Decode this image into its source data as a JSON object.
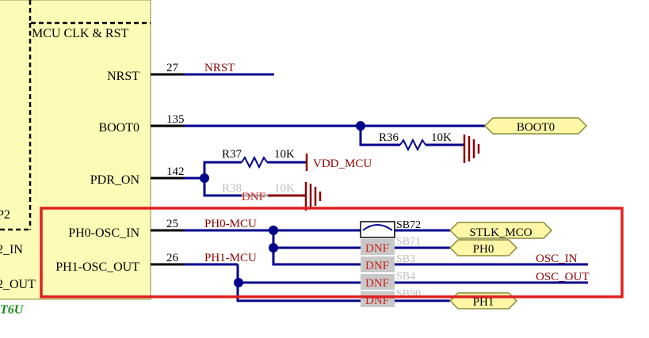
{
  "colors": {
    "component_fill": "#fdfcb7",
    "component_border": "#8a8a3a",
    "wire": "#00008b",
    "pin": "#000000",
    "net_text": "#8b0000",
    "pin_text": "#000000",
    "pin_number": "#000000",
    "dnf_fill": "#c8c8c8",
    "dnf_text": "#cc2222",
    "dimmed_text": "#bdbdbd",
    "port_fill": "#fff7a8",
    "port_border": "#8a8a3a",
    "highlight": "#e02020",
    "power": "#8b0000",
    "part_name": "#1a8a1a"
  },
  "component": {
    "group_label": "MCU CLK & RST",
    "pins": [
      {
        "name": "NRST",
        "number": "27",
        "net": "NRST"
      },
      {
        "name": "BOOT0",
        "number": "135",
        "net": ""
      },
      {
        "name": "PDR_ON",
        "number": "142",
        "net": ""
      },
      {
        "name": "PH0-OSC_IN",
        "number": "25",
        "net": "PH0-MCU"
      },
      {
        "name": "PH1-OSC_OUT",
        "number": "26",
        "net": "PH1-MCU"
      }
    ],
    "left_fragments": [
      "P2",
      "2_IN",
      "2_OUT"
    ],
    "part_suffix": "T6U"
  },
  "resistors": [
    {
      "ref": "R36",
      "value": "10K",
      "dimmed": false,
      "dnf": ""
    },
    {
      "ref": "R37",
      "value": "10K",
      "dimmed": false,
      "dnf": ""
    },
    {
      "ref": "R38",
      "value": "10K",
      "dimmed": true,
      "dnf": "DNF"
    }
  ],
  "power": {
    "vdd_label": "VDD_MCU"
  },
  "ports": [
    {
      "label": "BOOT0"
    },
    {
      "label": "STLK_MCO"
    },
    {
      "label": "PH0"
    },
    {
      "label": "PH1"
    }
  ],
  "solder_bridges": [
    {
      "ref": "SB72",
      "dnf": "",
      "dimmed": false
    },
    {
      "ref": "SB71",
      "dnf": "DNF",
      "dimmed": true
    },
    {
      "ref": "SB3",
      "dnf": "DNF",
      "dimmed": true
    },
    {
      "ref": "SB4",
      "dnf": "DNF",
      "dimmed": true
    },
    {
      "ref": "SB90",
      "dnf": "DNF",
      "dimmed": true
    }
  ],
  "osc_nets": {
    "in": "OSC_IN",
    "out": "OSC_OUT"
  }
}
